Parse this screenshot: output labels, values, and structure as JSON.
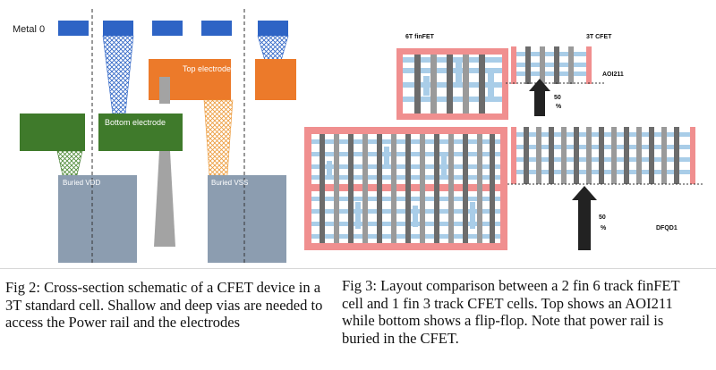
{
  "fig2": {
    "label_metal0": "Metal 0",
    "label_top_electrode": "Top electrode",
    "label_bottom_electrode": "Bottom electrode",
    "label_buried_vdd": "Buried VDD",
    "label_buried_vss": "Buried VSS",
    "caption": "Fig 2: Cross-section schematic of a CFET device in a 3T standard cell. Shallow and deep vias are needed to access the Power rail and the electrodes"
  },
  "fig3": {
    "label_6t": "6T finFET",
    "label_3t": "3T CFET",
    "label_aoi": "AOI211",
    "label_dfq": "DFQD1",
    "arrow_top_value": "50",
    "arrow_top_unit": "%",
    "arrow_bottom_value": "50",
    "arrow_bottom_unit": "%",
    "caption": "Fig 3: Layout comparison between a 2 fin 6 track finFET cell and 1 fin 3 track CFET cells. Top shows an AOI211 while bottom shows a flip-flop. Note that power rail is buried in the CFET."
  },
  "colors": {
    "metal_blue": "#2e64c5",
    "top_electrode_orange": "#ec7a2a",
    "bottom_electrode_green": "#3f7a2b",
    "buried_rail_gray": "#8c9db0",
    "via_gray": "#a3a3a3",
    "rail_pink": "#f08f8f",
    "layout_blue": "#a9cde8",
    "gate_gray": "#6c6c6c"
  }
}
